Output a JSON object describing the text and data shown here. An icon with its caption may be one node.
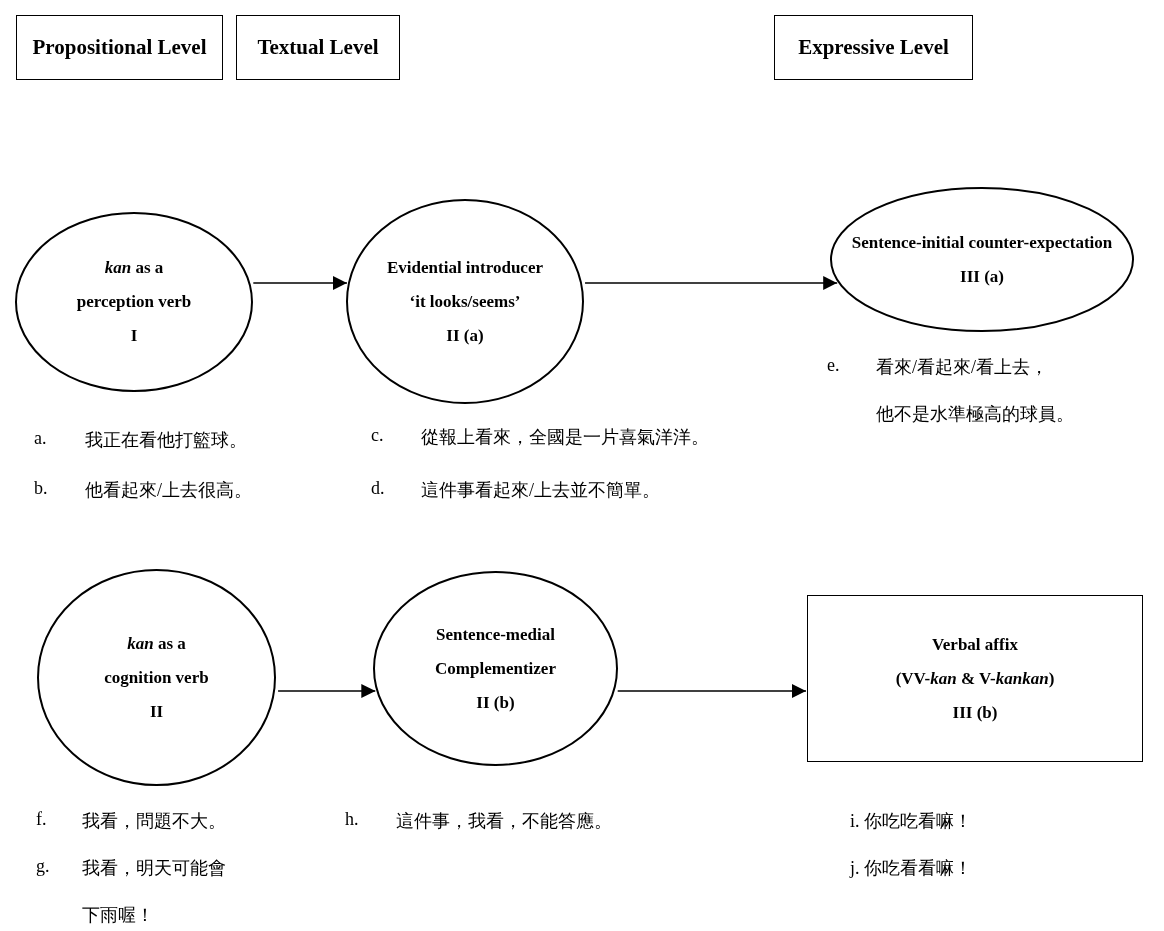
{
  "diagram": {
    "nodes": [
      {
        "text": [
          "Propositional Level"
        ]
      },
      {
        "text": [
          "Textual Level"
        ]
      },
      {
        "text": [
          "Expressive Level"
        ]
      },
      {
        "text": [
          "*kan* as a perception verb",
          "I"
        ]
      },
      {
        "text": [
          "Evidential introducer ‘it looks/seems’",
          "II (a)"
        ]
      },
      {
        "text": [
          "Sentence-initial counter-expectation",
          "III (a)"
        ]
      },
      {
        "text": [
          "*kan* as a cognition verb",
          "II"
        ]
      },
      {
        "text": [
          "Sentence-medial Complementizer",
          "II (b)"
        ]
      },
      {
        "text": [
          "Verbal affix",
          "(VV-*kan* & V-*kankan*)",
          "III (b)"
        ]
      }
    ],
    "edges": [
      {
        "from": 3,
        "to": 4,
        "arrow": "to"
      },
      {
        "from": 4,
        "to": 5,
        "arrow": "to"
      },
      {
        "from": 6,
        "to": 7,
        "arrow": "to"
      },
      {
        "from": 7,
        "to": 8,
        "arrow": "to"
      }
    ],
    "labels": [
      "e.",
      "看來/看起來/看上去，",
      "他不是水準極高的球員。",
      "a.",
      "我正在看他打籃球。",
      "c.",
      "從報上看來，全國是一片喜氣洋洋。",
      "b.",
      "他看起來/上去很高。",
      "d.",
      "這件事看起來/上去並不簡單。",
      "f.",
      "我看，問題不大。",
      "h.",
      "這件事，我看，不能答應。",
      "i. 你吃吃看嘛！",
      "g.",
      "我看，明天可能會",
      "j. 你吃看看嘛！",
      "下雨喔！"
    ]
  }
}
